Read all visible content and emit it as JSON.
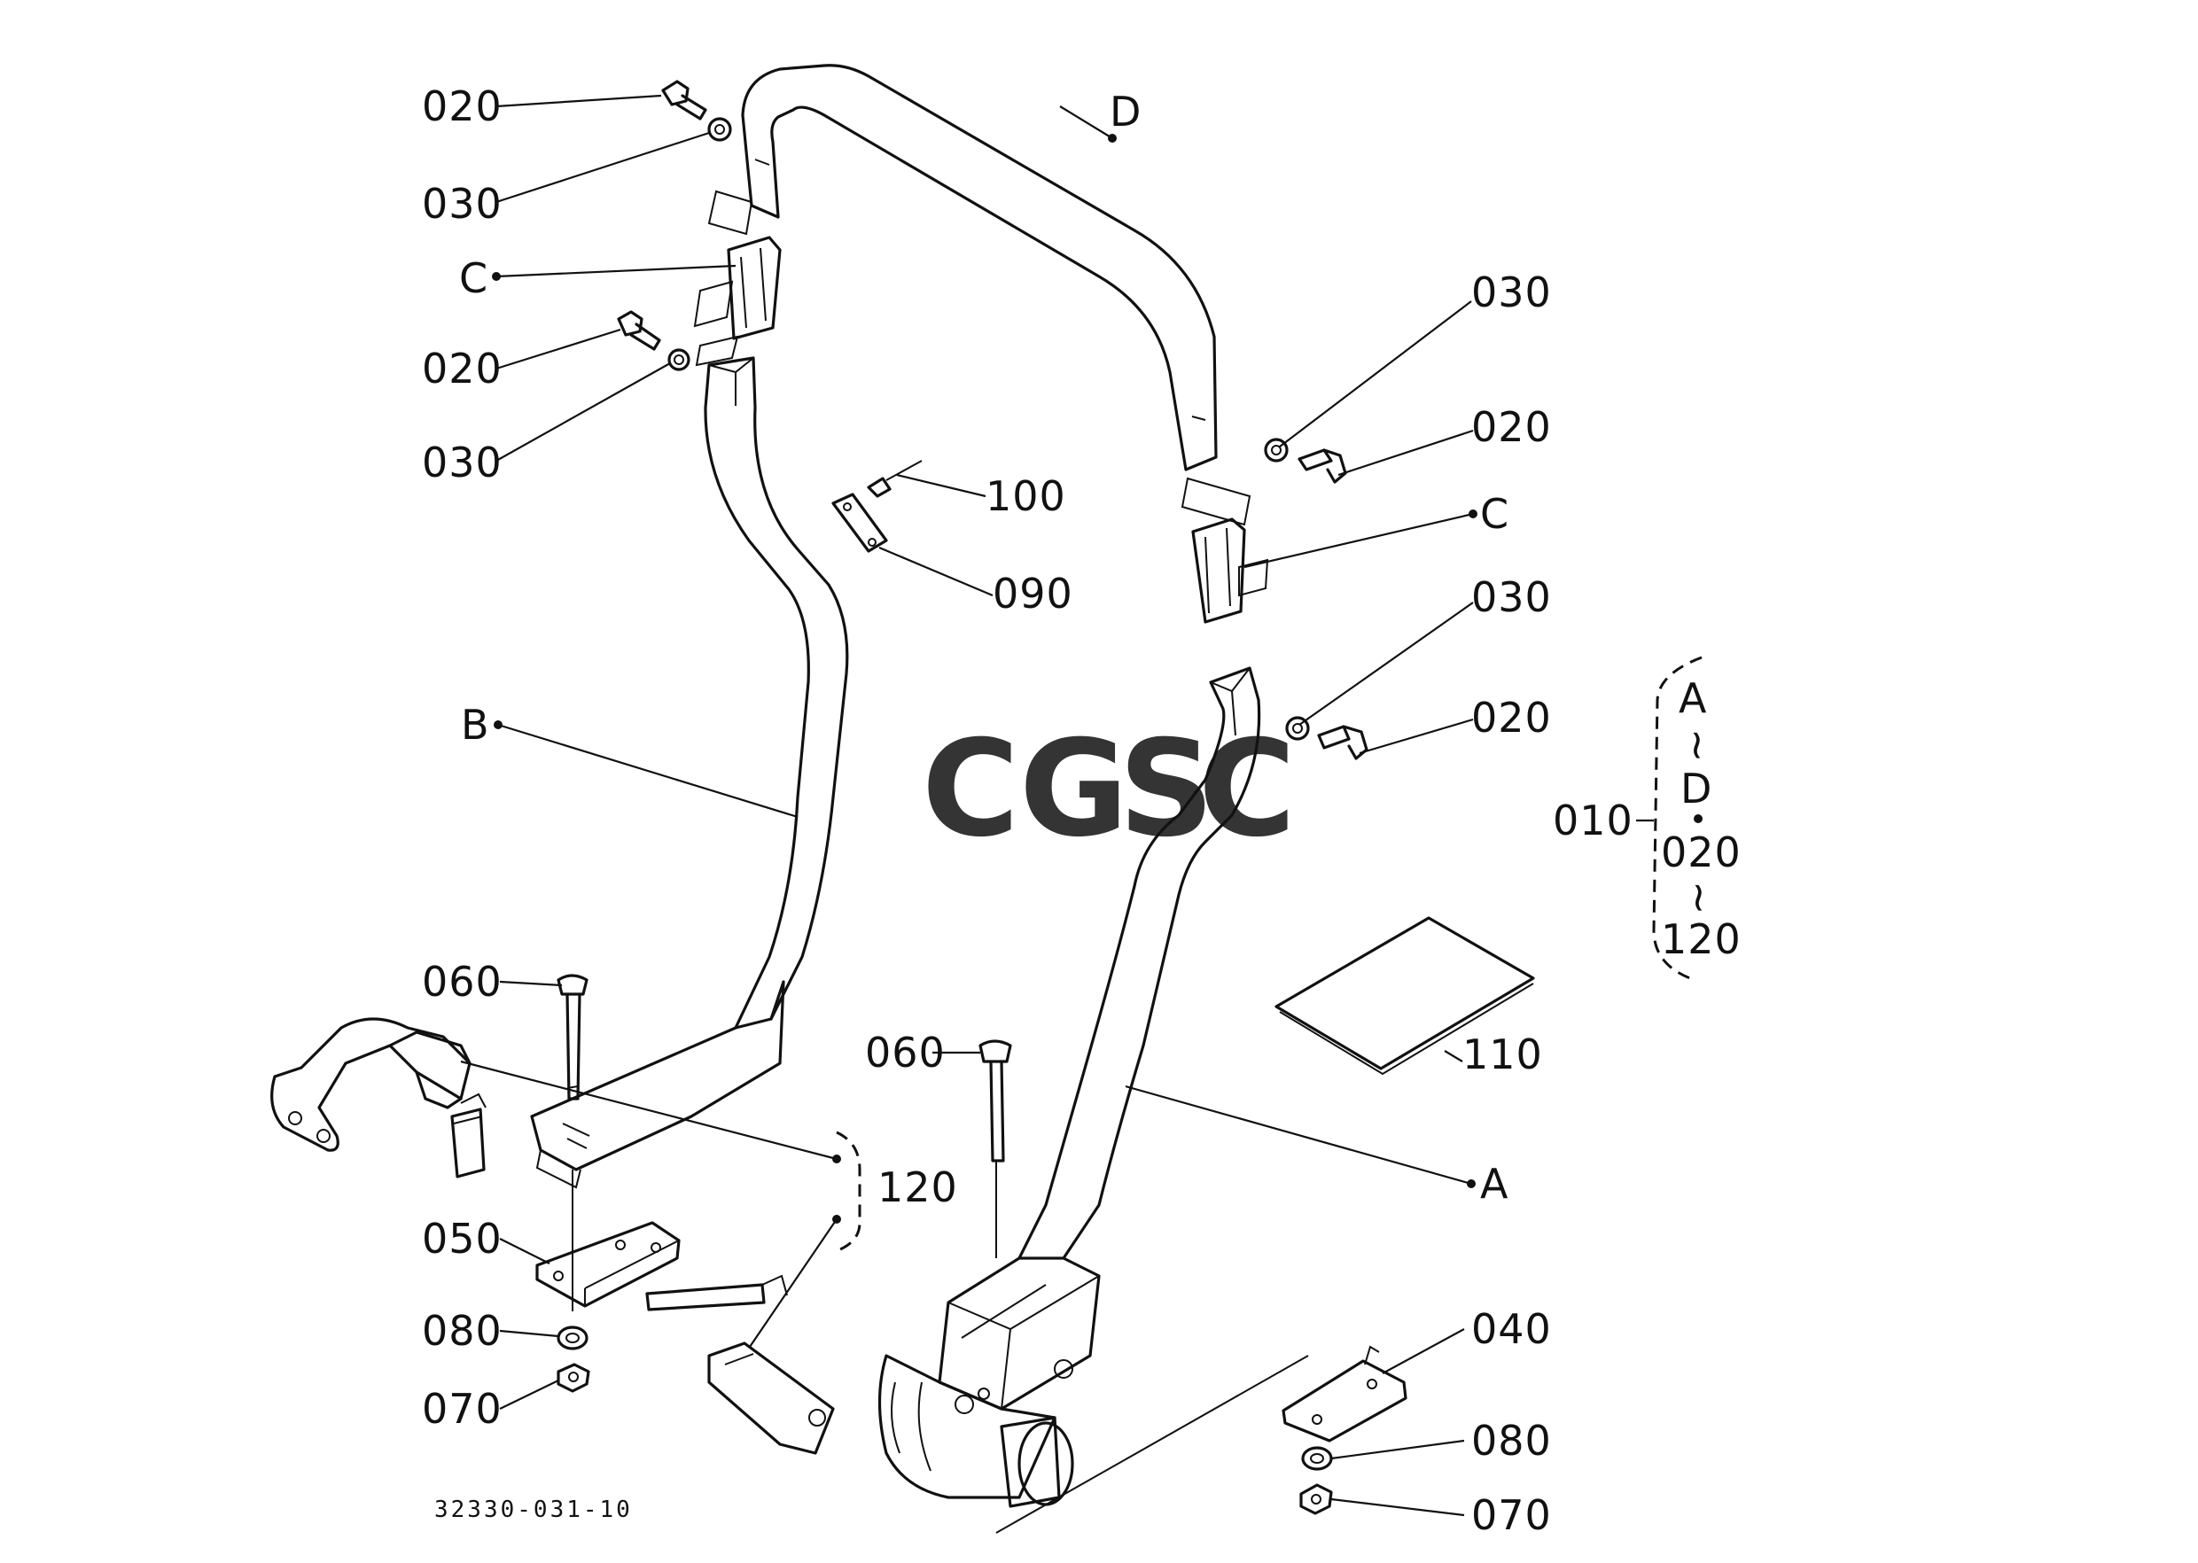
{
  "callouts": {
    "c020_a": "020",
    "c030_a": "030",
    "C_a": "C",
    "c020_b": "020",
    "c030_b": "030",
    "D": "D",
    "c030_c": "030",
    "c020_c": "020",
    "c100": "100",
    "c090": "090",
    "C_b": "C",
    "c030_d": "030",
    "c020_d": "020",
    "B": "B",
    "c060_a": "060",
    "c060_b": "060",
    "c120": "120",
    "c050": "050",
    "c080_a": "080",
    "c070_a": "070",
    "c040": "040",
    "c080_b": "080",
    "c070_b": "070",
    "c110": "110",
    "A": "A",
    "c010": "010"
  },
  "range_note": {
    "start": "A",
    "sep1": "~",
    "end": "D",
    "start2": "020",
    "sep2": "~",
    "end2": "120"
  },
  "drawing_code": "32330-031-10",
  "watermark": {
    "letters": [
      "C",
      "G",
      "S",
      "C"
    ],
    "colors": [
      "#6fa0f0",
      "#f0958c",
      "#f5d36a",
      "#7cc7a1"
    ]
  }
}
